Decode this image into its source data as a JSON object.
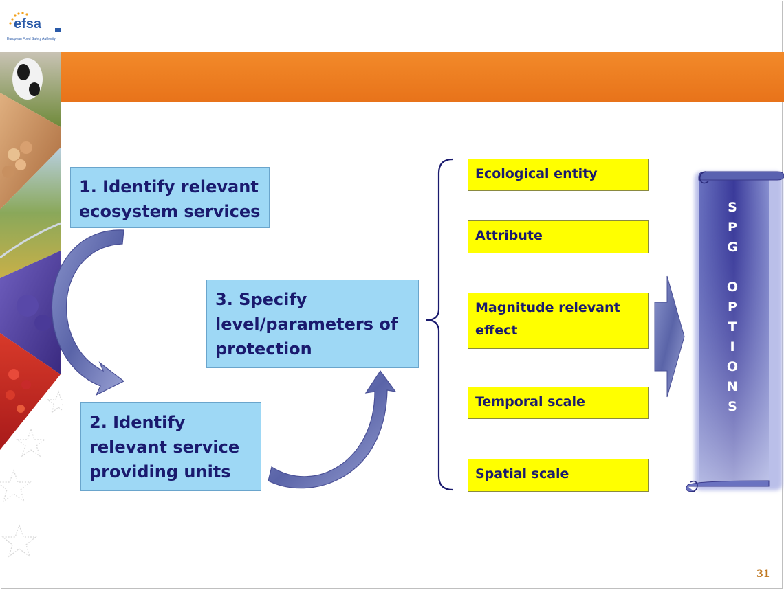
{
  "logo": {
    "word": "efsa",
    "subtitle": "European Food Safety Authority"
  },
  "diagram": {
    "steps": [
      {
        "label": "1. Identify relevant ecosystem services"
      },
      {
        "label": "2. Identify relevant service providing units"
      },
      {
        "label": "3. Specify level/parameters of protection"
      }
    ],
    "parameters": [
      {
        "label": "Ecological entity"
      },
      {
        "label": "Attribute"
      },
      {
        "label": "Magnitude relevant effect"
      },
      {
        "label": "Temporal scale"
      },
      {
        "label": "Spatial scale"
      }
    ],
    "result": {
      "line1": "SPG",
      "line2": "OPTIONS"
    }
  },
  "page_number": "31",
  "colors": {
    "header_bar": "#e8731a",
    "step_box": "#9ed8f5",
    "param_box": "#ffff00",
    "text": "#1a1a6e",
    "arrow": "#5a64a8"
  }
}
